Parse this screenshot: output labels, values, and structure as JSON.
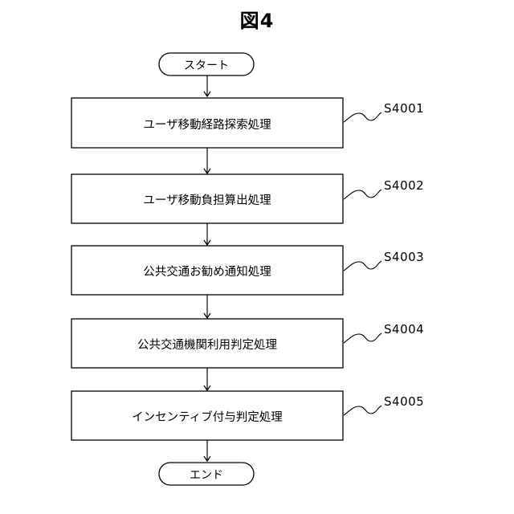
{
  "figure": {
    "title": "図4"
  },
  "flow": {
    "start": "スタート",
    "end": "エンド",
    "steps": [
      {
        "id": "S4001",
        "label": "ユーザ移動経路探索処理"
      },
      {
        "id": "S4002",
        "label": "ユーザ移動負担算出処理"
      },
      {
        "id": "S4003",
        "label": "公共交通お勧め通知処理"
      },
      {
        "id": "S4004",
        "label": "公共交通機関利用判定処理"
      },
      {
        "id": "S4005",
        "label": "インセンティブ付与判定処理"
      }
    ]
  }
}
